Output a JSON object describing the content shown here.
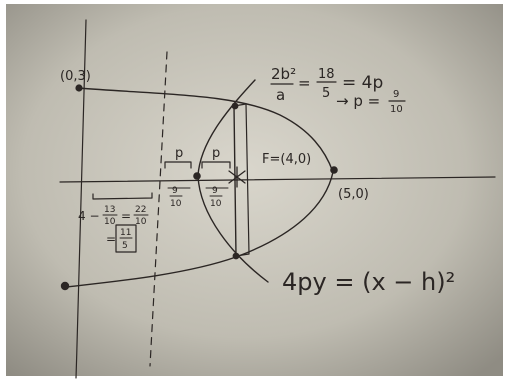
{
  "photo": {
    "subject": "handwritten-parabola-ellipse-notes",
    "colors": {
      "paper_light": "#d9d6cc",
      "paper_mid": "#bfbcb1",
      "paper_dark": "#8f8c83",
      "ink": "#2b2624"
    },
    "labels": {
      "point_0_3": "(0,3)",
      "point_5_0": "(5,0)",
      "focus": "F=(4,0)",
      "p_left": "p",
      "p_right": "p",
      "nine_tenths_left_num": "9",
      "nine_tenths_left_den": "10",
      "nine_tenths_right_num": "9",
      "nine_tenths_right_den": "10",
      "formula_top_num": "2b²",
      "formula_top_den": "a",
      "formula_eq1": "=",
      "formula_18_num": "18",
      "formula_18_den": "5",
      "formula_4p": "= 4p",
      "formula_arrow": "→ p =",
      "formula_p_num": "9",
      "formula_p_den": "10",
      "calc_4": "4 −",
      "calc_13_num": "13",
      "calc_13_den": "10",
      "calc_eq": "=",
      "calc_22_num": "22",
      "calc_22_den": "10",
      "calc_result_eq": "=",
      "calc_11_num": "11",
      "calc_11_den": "5",
      "parabola_eq": "4py = (x − h)²"
    }
  }
}
